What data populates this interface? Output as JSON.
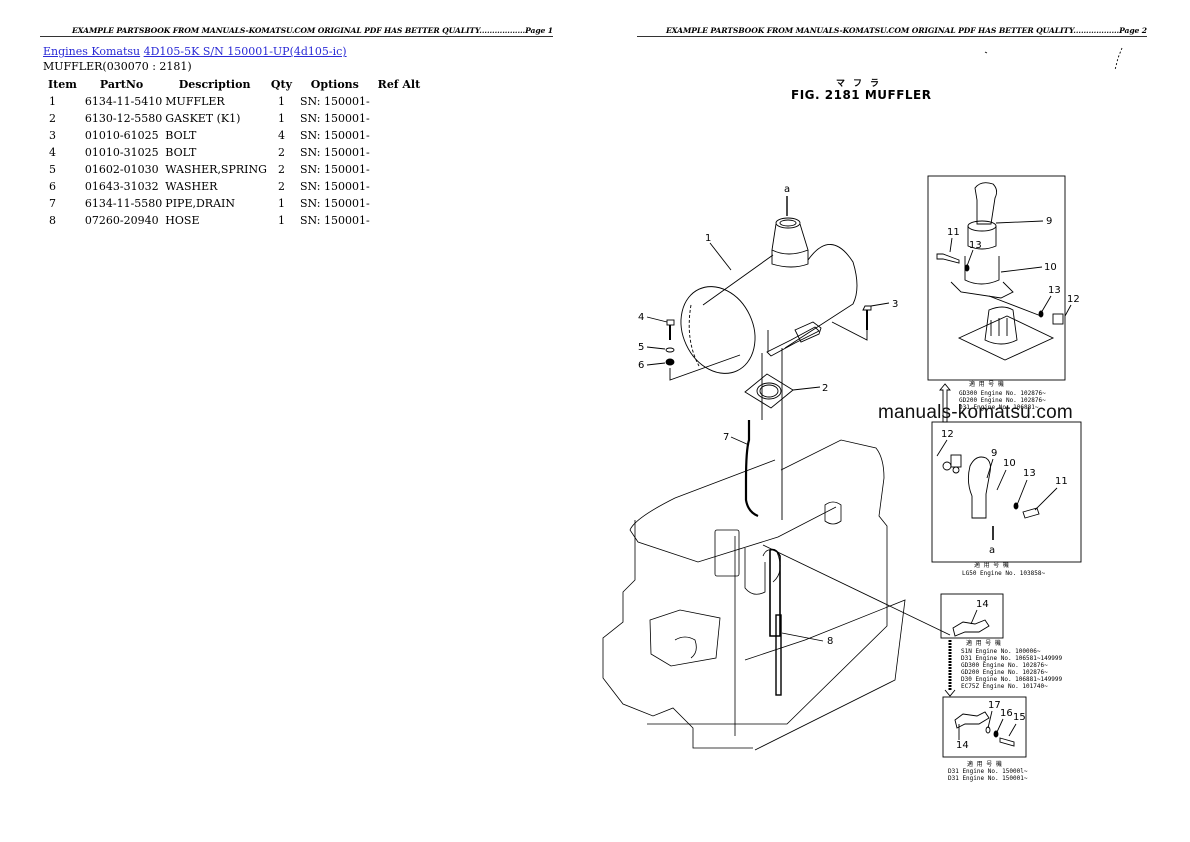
{
  "page1": {
    "header": "EXAMPLE PARTSBOOK FROM MANUALS-KOMATSU.COM ORIGINAL PDF HAS BETTER QUALITY..................Page 1",
    "breadcrumb": {
      "link1": "Engines Komatsu",
      "link2": "4D105-5K S/N 150001-UP(4d105-ic)"
    },
    "subtitle": "MUFFLER(030070 : 2181)",
    "table": {
      "columns": [
        "Item",
        "PartNo",
        "Description",
        "Qty",
        "Options",
        "Ref Alt"
      ],
      "rows": [
        {
          "item": "1",
          "part_no": "6134-11-5410",
          "description": "MUFFLER",
          "qty": "1",
          "options": "SN: 150001-",
          "ref_alt": ""
        },
        {
          "item": "2",
          "part_no": "6130-12-5580",
          "description": "GASKET (K1)",
          "qty": "1",
          "options": "SN: 150001-",
          "ref_alt": ""
        },
        {
          "item": "3",
          "part_no": "01010-61025",
          "description": "BOLT",
          "qty": "4",
          "options": "SN: 150001-",
          "ref_alt": ""
        },
        {
          "item": "4",
          "part_no": "01010-31025",
          "description": "BOLT",
          "qty": "2",
          "options": "SN: 150001-",
          "ref_alt": ""
        },
        {
          "item": "5",
          "part_no": "01602-01030",
          "description": "WASHER,SPRING",
          "qty": "2",
          "options": "SN: 150001-",
          "ref_alt": ""
        },
        {
          "item": "6",
          "part_no": "01643-31032",
          "description": "WASHER",
          "qty": "2",
          "options": "SN: 150001-",
          "ref_alt": ""
        },
        {
          "item": "7",
          "part_no": "6134-11-5580",
          "description": "PIPE,DRAIN",
          "qty": "1",
          "options": "SN: 150001-",
          "ref_alt": ""
        },
        {
          "item": "8",
          "part_no": "07260-20940",
          "description": "HOSE",
          "qty": "1",
          "options": "SN: 150001-",
          "ref_alt": ""
        }
      ]
    }
  },
  "page2": {
    "header": "EXAMPLE PARTSBOOK FROM MANUALS-KOMATSU.COM ORIGINAL PDF HAS BETTER QUALITY..................Page 2",
    "figure": {
      "kana": "マフラ",
      "title": "FIG. 2181  MUFFLER",
      "watermark": "manuals-komatsu.com",
      "callouts": [
        "a",
        "1",
        "2",
        "3",
        "4",
        "5",
        "6",
        "7",
        "8",
        "9",
        "10",
        "11",
        "12",
        "13",
        "14",
        "15",
        "16",
        "17"
      ],
      "inset1_notes": [
        {
          "model": "GD300",
          "engine": "Engine No. 102876~"
        },
        {
          "model": "GD200",
          "engine": "Engine No. 102876~"
        },
        {
          "model": "D31",
          "engine": "Engine No. 106881~"
        }
      ],
      "inset2_notes": [
        {
          "model": "LG50",
          "engine": "Engine No. 103858~"
        }
      ],
      "inset3_notes": [
        {
          "model": "S1N",
          "engine": "Engine No. 100006~"
        },
        {
          "model": "D31",
          "engine": "Engine No. 106581~149999"
        },
        {
          "model": "GD300",
          "engine": "Engine No. 102876~"
        },
        {
          "model": "GD200",
          "engine": "Engine No. 102876~"
        },
        {
          "model": "D30",
          "engine": "Engine No. 106881~149999"
        },
        {
          "model": "EC75Z",
          "engine": "Engine No. 101740~"
        }
      ],
      "inset4_notes": [
        {
          "model": "D31",
          "engine": "Engine No. 150001~"
        },
        {
          "model": "D31",
          "engine": "Engine No. 150001~"
        }
      ]
    }
  }
}
